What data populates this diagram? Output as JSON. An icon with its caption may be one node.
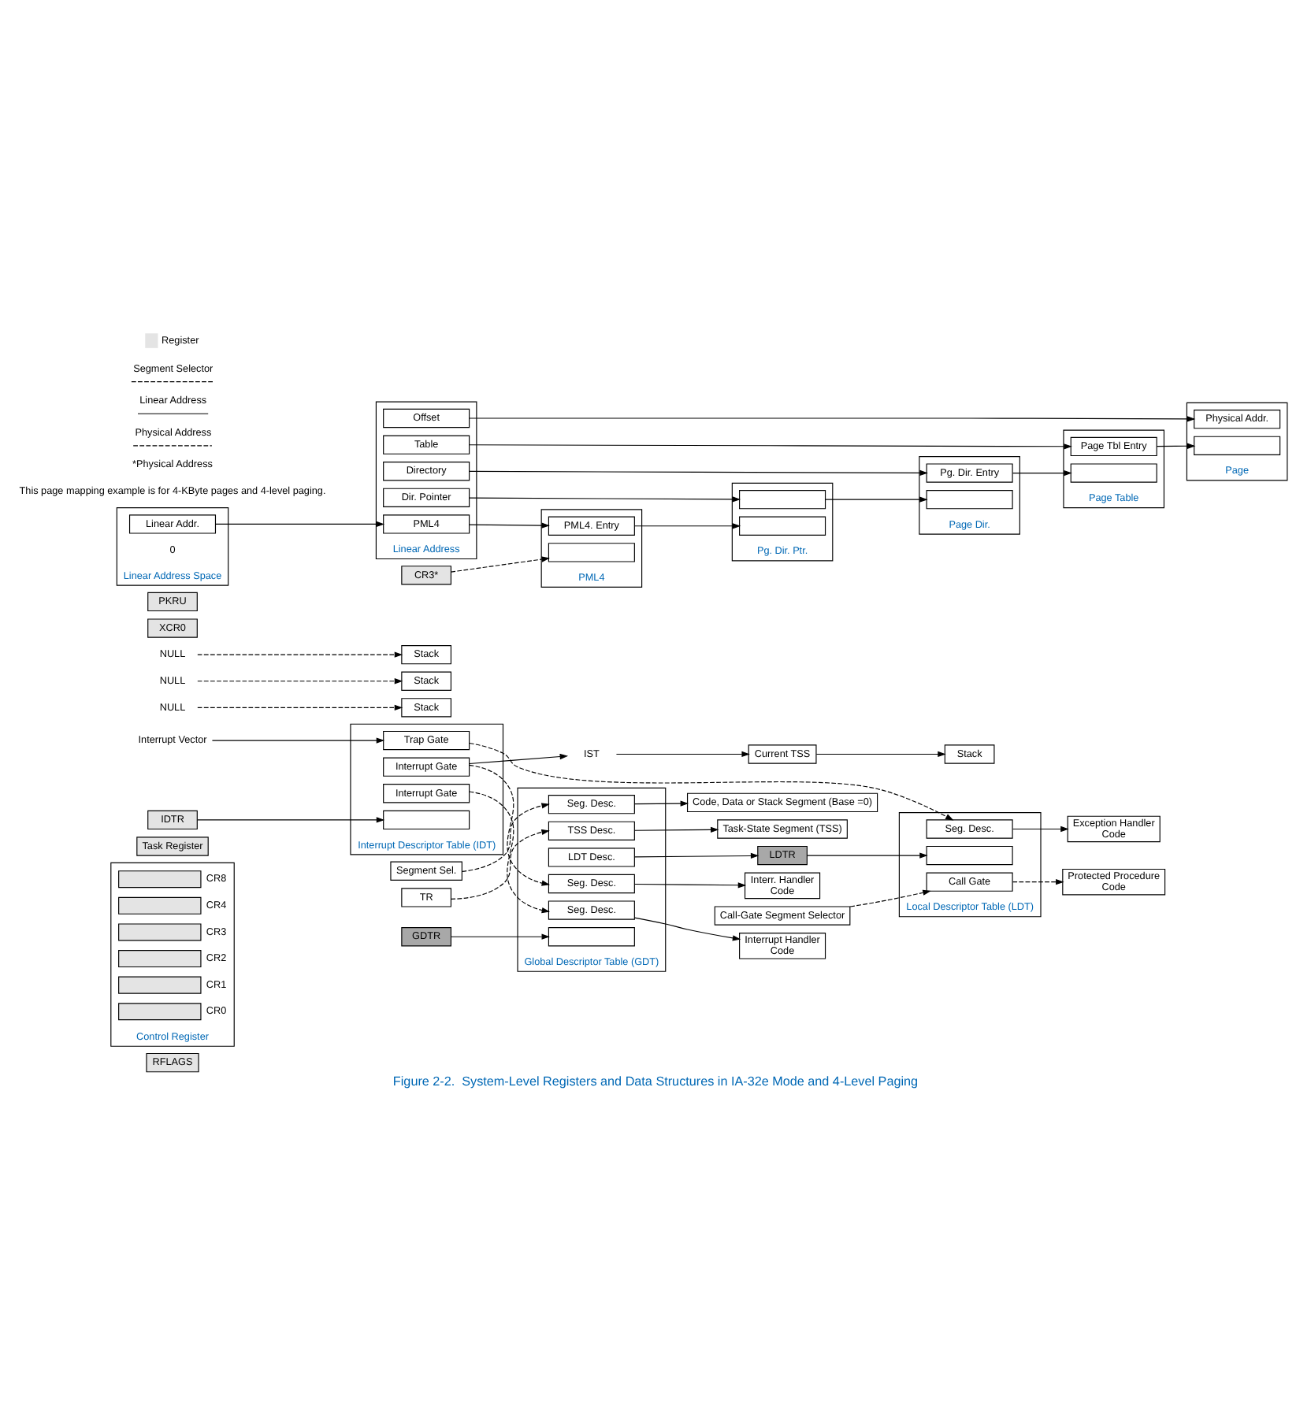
{
  "diagram": {
    "caption": "Figure 2-2.  System-Level Registers and Data Structures in IA-32e Mode and 4-Level Paging",
    "nodes": [
      {
        "text": [
          "RFLAGS"
        ]
      },
      {
        "text": [
          "Control Register"
        ]
      },
      {
        "text": [],
        "shape": "box",
        "in": 1,
        "beside": [
          "CR8"
        ]
      },
      {
        "text": [],
        "shape": "box",
        "in": 1,
        "beside": [
          "CR4"
        ]
      },
      {
        "text": [],
        "shape": "box",
        "in": 1,
        "beside": [
          "CR3"
        ]
      },
      {
        "text": [],
        "shape": "box",
        "in": 1,
        "beside": [
          "CR2"
        ]
      },
      {
        "text": [],
        "shape": "box",
        "in": 1,
        "beside": [
          "CR1"
        ]
      },
      {
        "text": [],
        "shape": "box",
        "in": 1,
        "beside": [
          "CR0"
        ]
      },
      {
        "text": [
          "Task Register"
        ]
      },
      {
        "text": [
          "Code, Data or Stack Segment (Base =0)"
        ]
      },
      {
        "text": [
          "Task-State Segment (TSS)"
        ]
      },
      {
        "text": [
          "Global Descriptor Table (GDT)"
        ]
      },
      {
        "text": [
          "Seg. Desc."
        ],
        "in": 11
      },
      {
        "text": [
          "TSS Desc."
        ],
        "in": 11
      },
      {
        "text": [
          "Seg. Desc."
        ],
        "in": 11
      },
      {
        "text": [
          "Seg. Desc."
        ],
        "in": 11
      },
      {
        "text": [
          "LDT Desc."
        ],
        "in": 11
      },
      {
        "text": [],
        "shape": "box",
        "in": 11
      },
      {
        "text": [
          "Segment Sel."
        ]
      },
      {
        "text": [
          "TR"
        ]
      },
      {
        "text": [
          "GDTR"
        ]
      },
      {
        "text": [
          "Interrupt Handler",
          "Code"
        ]
      },
      {
        "text": [
          "Stack"
        ]
      },
      {
        "text": [
          "NULL"
        ]
      },
      {
        "text": [
          "Interrupt Vector"
        ]
      },
      {
        "text": [
          "Interrupt Descriptor Table (IDT)"
        ]
      },
      {
        "text": [
          "Interrupt Gate"
        ],
        "in": 25
      },
      {
        "text": [
          "Interrupt Gate"
        ],
        "in": 25
      },
      {
        "text": [
          "Trap Gate"
        ],
        "in": 25
      },
      {
        "text": [],
        "shape": "box",
        "in": 25
      },
      {
        "text": [
          "IDTR"
        ]
      },
      {
        "text": [
          "IST"
        ]
      },
      {
        "text": [
          "Current TSS"
        ]
      },
      {
        "text": [
          "Interr. Handler",
          "Code"
        ]
      },
      {
        "text": [
          "Stack"
        ]
      },
      {
        "text": [
          "Exception Handler",
          "Code"
        ]
      },
      {
        "text": [
          "Stack"
        ]
      },
      {
        "text": [
          "NULL"
        ]
      },
      {
        "text": [
          "Local Descriptor Table (LDT)"
        ]
      },
      {
        "text": [
          "Seg. Desc."
        ],
        "in": 38
      },
      {
        "text": [
          "Call Gate"
        ],
        "in": 38
      },
      {
        "text": [],
        "shape": "box",
        "in": 38
      },
      {
        "text": [
          "Call-Gate Segment Selector"
        ]
      },
      {
        "text": [
          "LDTR"
        ]
      },
      {
        "text": [
          "Protected Procedure",
          "Code"
        ]
      },
      {
        "text": [
          "Stack"
        ]
      },
      {
        "text": [
          "NULL"
        ]
      },
      {
        "text": [
          "XCR0"
        ]
      },
      {
        "text": [
          "PKRU"
        ]
      },
      {
        "text": [
          "Linear Address Space"
        ],
        "beside": [
          "0"
        ]
      },
      {
        "text": [
          "Linear Addr."
        ],
        "in": 49
      },
      {
        "text": [
          "Linear Address"
        ]
      },
      {
        "text": [
          "PML4"
        ],
        "in": 51
      },
      {
        "text": [
          "Dir. Pointer"
        ],
        "in": 51
      },
      {
        "text": [
          "Directory"
        ],
        "in": 51
      },
      {
        "text": [
          "Table"
        ],
        "in": 51
      },
      {
        "text": [
          "Offset"
        ],
        "in": 51
      },
      {
        "text": [
          "PML4"
        ]
      },
      {
        "text": [
          "PML4. Entry"
        ],
        "in": 57
      },
      {
        "text": [],
        "shape": "box",
        "in": 57
      },
      {
        "text": [
          "CR3*"
        ]
      },
      {
        "text": [
          "Pg. Dir. Ptr."
        ]
      },
      {
        "text": [],
        "shape": "box",
        "in": 61
      },
      {
        "text": [],
        "shape": "box",
        "in": 61
      },
      {
        "text": [
          "Page Dir."
        ]
      },
      {
        "text": [
          "Pg. Dir. Entry"
        ],
        "in": 64
      },
      {
        "text": [],
        "shape": "box",
        "in": 64
      },
      {
        "text": [
          "Page Table"
        ]
      },
      {
        "text": [
          "Page Tbl Entry"
        ],
        "in": 67
      },
      {
        "text": [],
        "shape": "box",
        "in": 67
      },
      {
        "text": [
          "Page"
        ]
      },
      {
        "text": [
          "Physical Addr."
        ],
        "in": 70
      },
      {
        "text": [],
        "shape": "box",
        "in": 70
      }
    ],
    "edges": [
      {
        "from": 18,
        "to": 12,
        "arrow": "to",
        "style": "dashed"
      },
      {
        "from": 19,
        "to": 13,
        "arrow": "to",
        "style": "dashed"
      },
      {
        "from": 26,
        "to": 14,
        "arrow": "to",
        "style": "dashed"
      },
      {
        "from": 27,
        "to": 15,
        "arrow": "to",
        "style": "dashed"
      },
      {
        "from": 27,
        "to": 31,
        "arrow": "to"
      },
      {
        "from": 28,
        "to": 39,
        "arrow": "to",
        "style": "dashed"
      },
      {
        "from": 24,
        "to": 28,
        "arrow": "to"
      },
      {
        "from": 30,
        "to": 29,
        "arrow": "to"
      },
      {
        "from": 20,
        "to": 17,
        "arrow": "to"
      },
      {
        "from": 12,
        "to": 9,
        "arrow": "to"
      },
      {
        "from": 13,
        "to": 10,
        "arrow": "to"
      },
      {
        "from": 14,
        "to": 21,
        "arrow": "to"
      },
      {
        "from": 15,
        "to": 33,
        "arrow": "to"
      },
      {
        "from": 16,
        "to": 43,
        "arrow": "to"
      },
      {
        "from": 23,
        "to": 22,
        "arrow": "to",
        "style": "dashed"
      },
      {
        "from": 31,
        "to": 32,
        "arrow": "to"
      },
      {
        "from": 32,
        "to": 34,
        "arrow": "to"
      },
      {
        "from": 39,
        "to": 35,
        "arrow": "to"
      },
      {
        "from": 37,
        "to": 36,
        "arrow": "to",
        "style": "dashed"
      },
      {
        "from": 42,
        "to": 40,
        "arrow": "to",
        "style": "dashed"
      },
      {
        "from": 43,
        "to": 41,
        "arrow": "to"
      },
      {
        "from": 40,
        "to": 44,
        "arrow": "to",
        "style": "dashed"
      },
      {
        "from": 46,
        "to": 45,
        "arrow": "to",
        "style": "dashed"
      },
      {
        "from": 50,
        "to": 52,
        "arrow": "to"
      },
      {
        "from": 52,
        "to": 58,
        "arrow": "to"
      },
      {
        "from": 53,
        "to": 62,
        "arrow": "to"
      },
      {
        "from": 54,
        "to": 65,
        "arrow": "to"
      },
      {
        "from": 55,
        "to": 68,
        "arrow": "to"
      },
      {
        "from": 56,
        "to": 71,
        "arrow": "to"
      },
      {
        "from": 60,
        "to": 59,
        "arrow": "to",
        "style": "dashed"
      },
      {
        "from": 58,
        "to": 63,
        "arrow": "to"
      },
      {
        "from": 62,
        "to": 66,
        "arrow": "to"
      },
      {
        "from": 65,
        "to": 69,
        "arrow": "to"
      },
      {
        "from": 68,
        "to": 72,
        "arrow": "to"
      }
    ],
    "labels": [
      "This page mapping example is for 4-KByte pages and 4-level paging.",
      "*Physical Address"
    ],
    "legend": [
      {
        "text": "Physical Address"
      },
      {
        "text": "Linear Address"
      },
      {
        "text": "Segment Selector"
      },
      {
        "text": "Register",
        "color": "#e4e4e4"
      }
    ]
  }
}
